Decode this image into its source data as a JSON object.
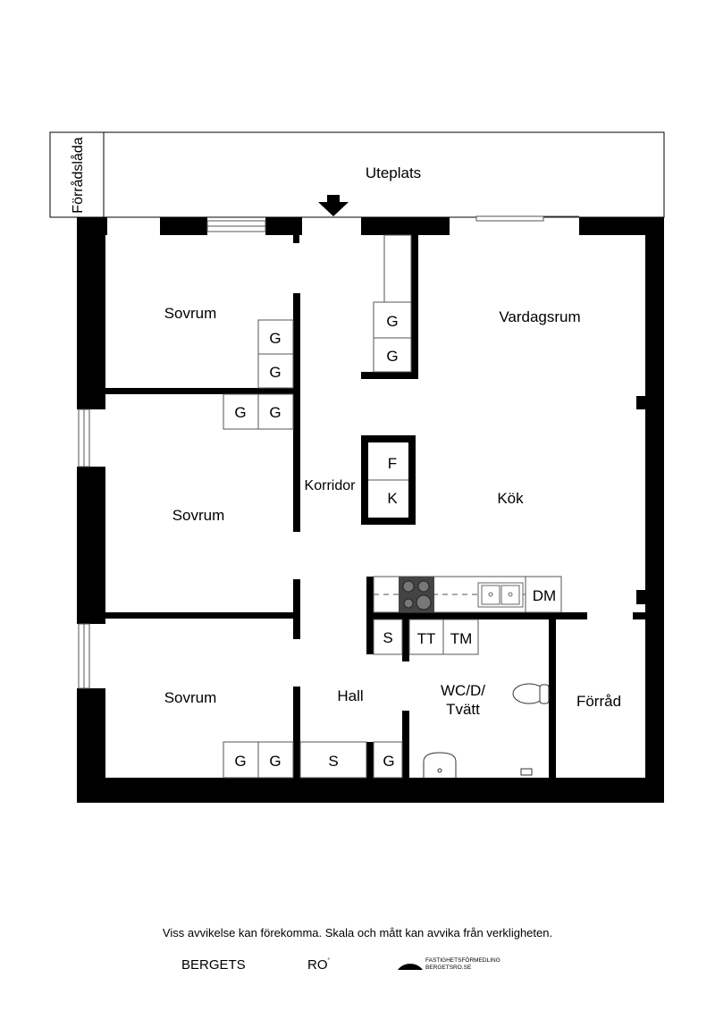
{
  "plan": {
    "rooms": {
      "uteplats": "Uteplats",
      "forradslada": "Förrådslåda",
      "sovrum1": "Sovrum",
      "sovrum2": "Sovrum",
      "sovrum3": "Sovrum",
      "vardagsrum": "Vardagsrum",
      "korridor": "Korridor",
      "kok": "Kök",
      "hall": "Hall",
      "wc_line1": "WC/D/",
      "wc_line2": "Tvätt",
      "forrad": "Förråd"
    },
    "fixtures": {
      "g": "G",
      "f": "F",
      "k": "K",
      "s": "S",
      "tt": "TT",
      "tm": "TM",
      "dm": "DM"
    },
    "icons": [
      "entrance-arrow-icon",
      "stove-icon",
      "sink-icon",
      "toilet-icon",
      "washbasin-icon"
    ]
  },
  "footer": {
    "disclaimer": "Viss avvikelse kan förekomma. Skala och mått kan avvika från verkligheten.",
    "brand_left": "BERGETS",
    "brand_right": "RO",
    "brand_mark": "˚",
    "agency_line1": "FASTIGHETSFÖRMEDLING",
    "agency_line2": "BERGETSRO.SE"
  }
}
